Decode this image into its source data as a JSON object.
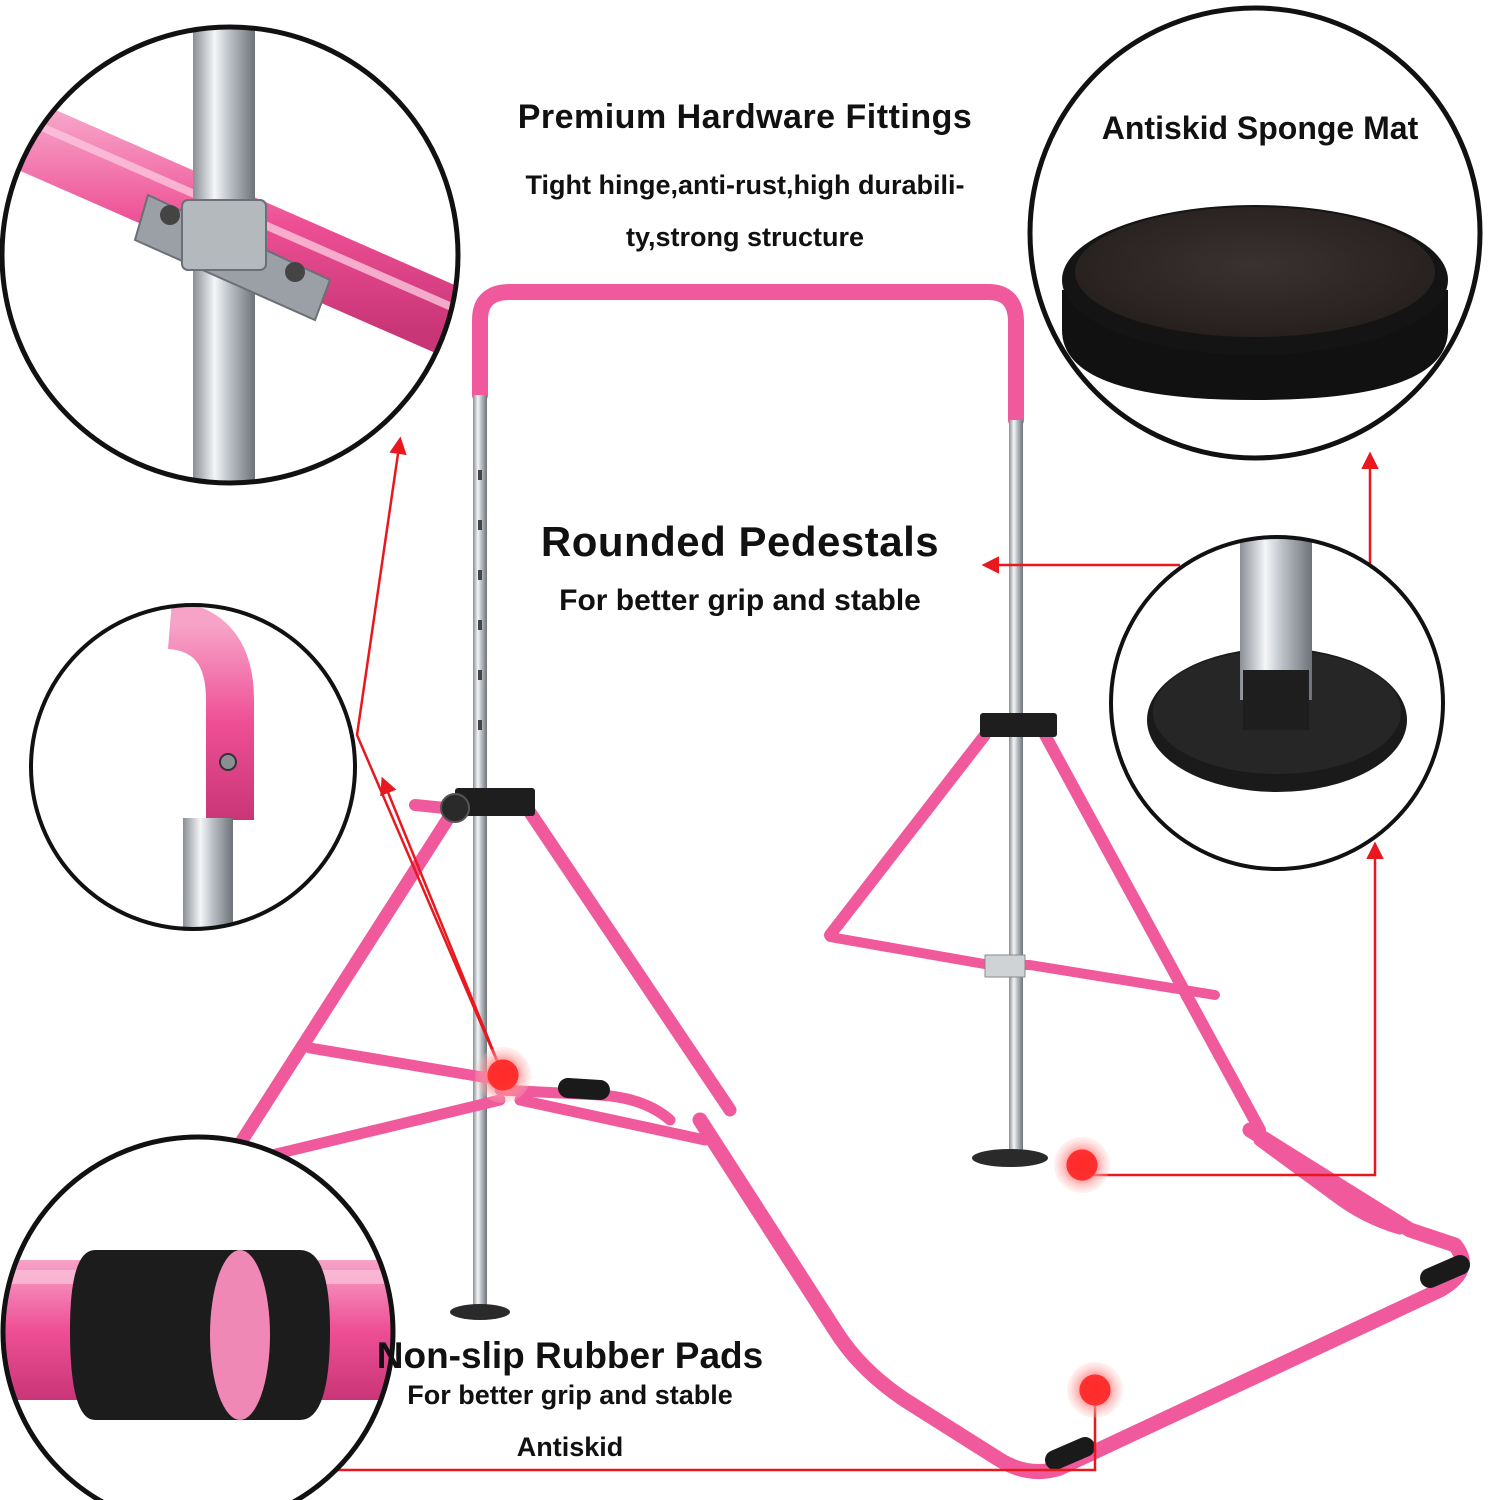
{
  "callouts": {
    "hardware": {
      "title": "Premium Hardware Fittings",
      "line1": "Tight hinge,anti-rust,high durabili-",
      "line2": "ty,strong structure"
    },
    "mat": {
      "title": "Antiskid Sponge Mat"
    },
    "pedestals": {
      "title": "Rounded Pedestals",
      "subtitle": "For better grip and stable"
    },
    "pads": {
      "title": "Non-slip Rubber Pads",
      "subtitle": "For better grip and stable"
    },
    "antiskid": {
      "label": "Antiskid"
    }
  },
  "colors": {
    "frame_pink": "#f0559a",
    "frame_pink_light": "#f79cc4",
    "chrome": "#c8ccd0",
    "rubber": "#1a1a1a",
    "arrow_red": "#e8181e",
    "circle_border": "#111111"
  }
}
